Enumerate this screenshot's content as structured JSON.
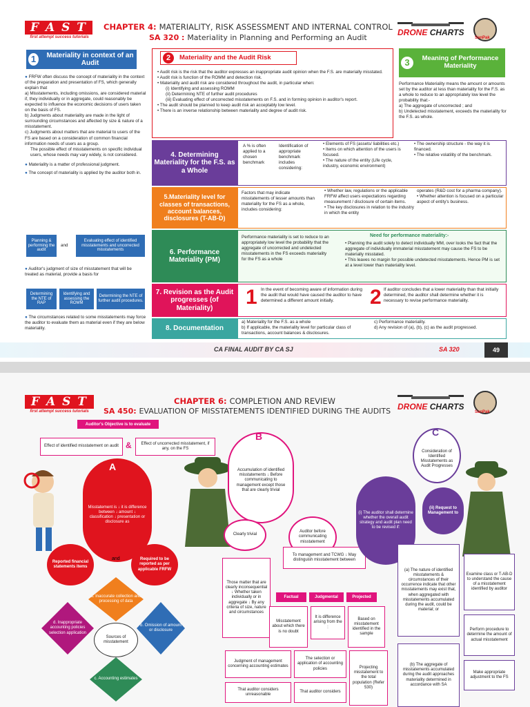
{
  "page1": {
    "logo_text": "F A S T",
    "logo_tagline": "first attempt success tutorials",
    "header_line1_prefix": "CHAPTER 4:",
    "header_line1_rest": "MATERIALITY, RISK ASSESSMENT AND INTERNAL CONTROL",
    "header_line2_prefix": "SA 320 :",
    "header_line2_rest": "Materiality in Planning and Performing an Audit",
    "brand": {
      "drone": "DRONE",
      "charts": "CHARTS",
      "author": "SanPak"
    },
    "panel1": {
      "number": "1",
      "title": "Materiality in context of an Audit",
      "p1": "FRFW often discuss the concept of materiality in the context of the preparation and presentation of FS, which generally explain that",
      "a": "Misstatements, including omissions, are considered material if, they individually or in aggregate, could reasonably be expected to influence the economic decisions of users taken on the basis of FS.",
      "b": "Judgments about materiality are made in the light of surrounding circumstances and affected by size & nature of a misstatement.",
      "c": "Judgments about matters that are material to users of the FS are based on a consideration of common financial information needs of users as a group.",
      "c2": "The possible effect of misstatements on specific individual users, whose needs may vary widely, is not considered.",
      "p2": "Materiality is a matter of professional judgment.",
      "p3": "The concept of materiality is applied by the auditor both in.",
      "btn_left": "Planning & performing the audit",
      "btn_and": "and",
      "btn_right": "Evaluating effect of identified misstatements and uncorrected misstatements",
      "p4": "Auditor's judgment of size of misstatement that will be treated as material, provide a basis for",
      "btn_a": "Determining the NTE of RAP",
      "btn_b": "Identifying and assessing the ROMM",
      "btn_c": "Determining the NTE of further audit procedures.",
      "p5": "The circumstances related to some misstatements may force the auditor to evaluate them as material even if they are below materiality."
    },
    "panel2": {
      "number": "2",
      "title": "Materiality and the Audit Risk",
      "items": [
        "Audit risk is the risk that the auditor expresses an inappropriate audit opinion when the F.S. are materially misstated.",
        "Audit risk is function of the ROMM and detection risk.",
        "Materiality and audit risk are considered throughout the audit, in particular when:",
        "(i) Identifying and assessing ROMM",
        "(ii) Determining NTE of further audit procedures",
        "(iii) Evaluating effect of uncorrected misstatements on F.S. and in forming opinion in auditor's report.",
        "The audit should be planned to keep audit risk an acceptably low level.",
        "There is an inverse relationship between materiality and degree of audit risk."
      ]
    },
    "panel3": {
      "number": "3",
      "title": "Meaning of Performance Materiality",
      "body": "Performance Materiality means the amount or amounts set by the auditor at less than materiality for the F.S. as a whole to reduce to an appropriately low level the probability that:-",
      "a": "The aggregate of uncorrected ; and",
      "b": "Undetected misstatement, exceeds the materiality for the F.S. as whole."
    },
    "row4": {
      "title": "4. Determining Materiality for the F.S. as a Whole",
      "c1": "A % is often applied to a chosen benchmark",
      "c2": "Identification of appropriate benchmark includes considering:",
      "c3": [
        "Elements of FS (assets/ liabilities etc.)",
        "Items on which attention of the users is focused.",
        "The nature of the entity (Life cycle, industry, economic environment)"
      ],
      "c4": [
        "The ownership structure - the way it is financed.",
        "The relative volatility of the benchmark."
      ]
    },
    "row5": {
      "title": "5.Materiality level for classes of transactions, account balances, disclosures (T-AB-D)",
      "c1": "Factors that may indicate misstatements of lesser amounts than materiality for the FS as a whole, includes considering:",
      "c2": [
        "Whether law, regulations or the applicable FRFW affect users expectations regarding measurement / disclosure of certain items.",
        "The key disclosures in relation to the industry in which the entity"
      ],
      "c3": [
        "operates (R&D cost for a pharma company).",
        "Whether attention is focused on a particular aspect of entity's business."
      ]
    },
    "row6": {
      "title": "6. Performance Materiality (PM)",
      "c1": "Performance materiality is set to reduce to an appropriately low level the probability that the aggregate of uncorrected and undetected misstatements in the FS exceeds materiality for the FS as a whole",
      "need_title": "Need for performance materiality:-",
      "need": [
        "Planning the audit solely to detect individually MM, over looks the fact that the aggregate of individually immaterial misstatement may cause the FS to be materially misstated.",
        "This leaves no margin for possible undetected misstatements. Hence PM is set at a level lower than materiality level."
      ]
    },
    "row7": {
      "title": "7. Revision as the Audit progresses (of Materiality)",
      "n1": "1",
      "t1": "In the event of becoming aware of information during the audit that would have caused the auditor to have determined a different amount initially.",
      "n2": "2",
      "t2": "If auditor concludes that a lower materiality than that initially determined, the auditor shall determine whether it is necessary to revise performance materiality."
    },
    "row8": {
      "title": "8. Documentation",
      "a": "a) Materiality for the F.S. as a whole",
      "b": "b) If applicable, the materiality level for particular class of transactions, account balances & disclosures.",
      "c": "c) Performance materiality.",
      "d": "d) Any revision of (a), (b), (c) as the audit progressed."
    },
    "footer_left": "CA FINAL AUDIT BY CA SJ",
    "footer_sa": "SA 320",
    "footer_page": "49"
  },
  "page2": {
    "logo_text": "F A S T",
    "logo_tagline": "first attempt success tutorials",
    "header_line1_prefix": "CHAPTER 6:",
    "header_line1_rest": "COMPLETION AND REVIEW",
    "header_line2_prefix": "SA 450:",
    "header_line2_rest": "EVALUATION OF MISSTATEMENTS IDENTIFIED DURING THE AUDITS",
    "brand": {
      "drone": "DRONE",
      "charts": "CHARTS",
      "author": "SanPak"
    },
    "objective": "Auditor's Objective is to evaluate",
    "effect_identified": "Effect of identified misstatement on audit",
    "amp": "&",
    "effect_uncorrected": "Effect of uncorrected misstatement, if any, on the FS",
    "A": {
      "letter": "A",
      "text": "Misstatement is ↓ it is difference between ↓ amount ↓ classification ↓ presentation or disclosure as",
      "reported": "Reported financial statements items",
      "and": "and",
      "required": "Required to be reported as per applicable FRFW",
      "src_a": "a. Inaccurate collection and processing of data",
      "src_b": "b. Omission of amount or disclosure",
      "src_d": "d. Inappropriate accounting policies selection application",
      "sources": "Sources of misstatement",
      "src_c": "c. Accounting estimates"
    },
    "B": {
      "letter": "B",
      "text": "Accumulation of identified misstatements ↓ Before communicating to management except those that are clearly trivial",
      "clearly_trivial": "Clearly trivial",
      "ct_text": "Those matter that are clearly inconsequential ↓ Whether taken individually or in aggregate ↓ By any criteria of size, nature and circumstances",
      "before": "Auditor before communicating misstatement",
      "to_mgmt": "To management and TCWG ↓ May distinguish misstatement between",
      "factual": "Factual",
      "judgmental": "Judgmental",
      "projected": "Projected",
      "f_text": "Misstatement about which there is no doubt",
      "j_text": "It is difference arising from the :",
      "p_text": "Based on misstatement identified in the sample",
      "j1": "Judgment of management concerning accounting estimates",
      "j2": "The selection or application of accounting policies",
      "proj": "Projecting misstatement to the total population (Refer 530)",
      "j1b": "That auditor considers unreasonable",
      "j2b": "That auditor considers"
    },
    "C": {
      "letter": "C",
      "text": "Consideration of Identified Misstatements as Audit Progresses",
      "i": "(i) The auditor shall determine whether the overall audit strategy and audit plan need to be revised if:",
      "ii": "(ii) Request to Management to",
      "a": "(a) The nature of identified misstatements & circumstances of their occurrence indicate that other misstatements may exist that, when aggregated with misstatements accumulated during the audit, could be material; or",
      "b": "(b) The aggregate of misstatements accumulated during the audit approaches materiality determined in accordance with SA",
      "r1": "Examine class or T-AB-D to understand the cause of a misstatement identified by auditor",
      "r2": "Perform procedure to determine the amount of actual misstatement",
      "r3": "Make appropriate adjustment to the FS"
    }
  }
}
